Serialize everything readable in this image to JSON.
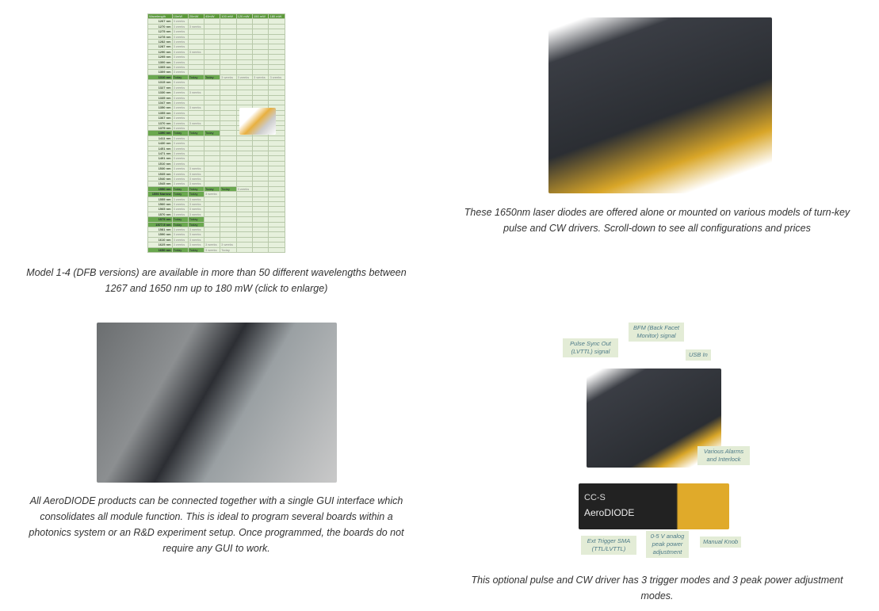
{
  "table": {
    "headers": [
      "Wavelength",
      "10mW",
      "20mW",
      "40mW",
      "100 mW",
      "120 mW",
      "150 mW",
      "180 mW"
    ],
    "rows": [
      {
        "wl": "1267 nm",
        "c": [
          "3 weeks"
        ]
      },
      {
        "wl": "1270 nm",
        "c": [
          "3 weeks",
          "3 weeks"
        ]
      },
      {
        "wl": "1275 nm",
        "c": [
          "3 weeks"
        ]
      },
      {
        "wl": "1278 nm",
        "c": [
          "3 weeks"
        ]
      },
      {
        "wl": "1282 nm",
        "c": [
          "3 weeks"
        ]
      },
      {
        "wl": "1287 nm",
        "c": [
          "3 weeks"
        ]
      },
      {
        "wl": "1290 nm",
        "c": [
          "3 weeks",
          "3 weeks"
        ]
      },
      {
        "wl": "1295 nm",
        "c": [
          "3 weeks"
        ]
      },
      {
        "wl": "1300 nm",
        "c": [
          "3 weeks"
        ]
      },
      {
        "wl": "1305 nm",
        "c": [
          "3 weeks"
        ]
      },
      {
        "wl": "1309 nm",
        "c": [
          "3 weeks"
        ]
      },
      {
        "wl": "1310 nm",
        "g": 3,
        "c": [
          "Today",
          "Today",
          "Today",
          "3 weeks",
          "3 weeks",
          "3 weeks",
          "3 weeks"
        ]
      },
      {
        "wl": "1315 nm",
        "c": [
          "3 weeks"
        ]
      },
      {
        "wl": "1327 nm",
        "c": [
          "3 weeks"
        ]
      },
      {
        "wl": "1330 nm",
        "c": [
          "3 weeks",
          "3 weeks"
        ]
      },
      {
        "wl": "1335 nm",
        "c": [
          "3 weeks"
        ]
      },
      {
        "wl": "1347 nm",
        "c": [
          "3 weeks"
        ]
      },
      {
        "wl": "1350 nm",
        "c": [
          "3 weeks",
          "3 weeks"
        ]
      },
      {
        "wl": "1355 nm",
        "c": [
          "3 weeks"
        ]
      },
      {
        "wl": "1367 nm",
        "c": [
          "3 weeks"
        ]
      },
      {
        "wl": "1370 nm",
        "c": [
          "3 weeks",
          "3 weeks"
        ]
      },
      {
        "wl": "1375 nm",
        "c": [
          "3 weeks"
        ]
      },
      {
        "wl": "1390 nm",
        "g": 3,
        "c": [
          "Today",
          "Today",
          "Today"
        ]
      },
      {
        "wl": "1411 nm",
        "c": [
          "3 weeks"
        ]
      },
      {
        "wl": "1430 nm",
        "c": [
          "3 weeks"
        ]
      },
      {
        "wl": "1451 nm",
        "c": [
          "3 weeks"
        ]
      },
      {
        "wl": "1471 nm",
        "c": [
          "3 weeks"
        ]
      },
      {
        "wl": "1491 nm",
        "c": [
          "3 weeks"
        ]
      },
      {
        "wl": "1510 nm",
        "c": [
          "3 weeks"
        ]
      },
      {
        "wl": "1530 nm",
        "c": [
          "3 weeks",
          "3 weeks"
        ]
      },
      {
        "wl": "1535 nm",
        "c": [
          "3 weeks",
          "3 weeks"
        ]
      },
      {
        "wl": "1540 nm",
        "c": [
          "3 weeks",
          "3 weeks"
        ]
      },
      {
        "wl": "1545 nm",
        "c": [
          "3 weeks",
          "3 weeks"
        ]
      },
      {
        "wl": "1550 nm",
        "g": 4,
        "c": [
          "Today",
          "Today",
          "Today",
          "Today",
          "3 weeks"
        ]
      },
      {
        "wl": "1550 Narrow",
        "g": 2,
        "c": [
          "Today",
          "Today",
          "3 weeks"
        ]
      },
      {
        "wl": "1555 nm",
        "c": [
          "3 weeks",
          "3 weeks"
        ]
      },
      {
        "wl": "1560 nm",
        "c": [
          "3 weeks",
          "3 weeks"
        ]
      },
      {
        "wl": "1565 nm",
        "c": [
          "3 weeks",
          "3 weeks"
        ]
      },
      {
        "wl": "1570 nm",
        "c": [
          "3 weeks",
          "3 weeks"
        ]
      },
      {
        "wl": "1575 nm",
        "g": 2,
        "c": [
          "Today",
          "Today"
        ]
      },
      {
        "wl": "1577.5 nm",
        "g": 2,
        "c": [
          "Today",
          "Today"
        ]
      },
      {
        "wl": "1581 nm",
        "c": [
          "3 weeks",
          "3 weeks"
        ]
      },
      {
        "wl": "1590 nm",
        "c": [
          "3 weeks",
          "3 weeks"
        ]
      },
      {
        "wl": "1610 nm",
        "c": [
          "3 weeks",
          "3 weeks"
        ]
      },
      {
        "wl": "1625 nm",
        "c": [
          "3 weeks",
          "3 weeks",
          "3 weeks",
          "3 weeks"
        ]
      },
      {
        "wl": "1650 nm",
        "g": 2,
        "c": [
          "Today",
          "Today",
          "3 weeks",
          "Today"
        ]
      }
    ]
  },
  "captions": {
    "table": [
      "Model 1-4 (DFB versions) are available in more than 50 different wavelengths between",
      "1267 and 1650 nm up to 180 mW (click to enlarge)"
    ],
    "driver": [
      "These 1650nm laser diodes are offered alone or mounted on various models of turn-key",
      "pulse and CW drivers. Scroll-down to see all configurations and prices"
    ],
    "gui": [
      "All AeroDIODE products can be connected together with a single GUI interface which",
      "consolidates all module function. This is ideal to program several boards within a",
      "photonics system or an R&D experiment setup. Once programmed, the boards do not",
      "require any GUI to work."
    ],
    "options": [
      "This optional pulse and CW driver has 3 trigger modes and 3 peak power adjustment",
      "modes."
    ]
  },
  "annotations": {
    "pulse_sync": "Pulse Sync Out (LVTTL) signal",
    "bfm": "BFM (Back Facet Monitor) signal",
    "usb": "USB In",
    "alarms": "Various Alarms and Interlock",
    "ext_trigger": "Ext Trigger SMA (TTL/LVTTL)",
    "analog": "0-5 V analog peak power adjustment",
    "knob": "Manual Knob",
    "brand1": "CC-S",
    "brand2": "AeroDIODE"
  }
}
